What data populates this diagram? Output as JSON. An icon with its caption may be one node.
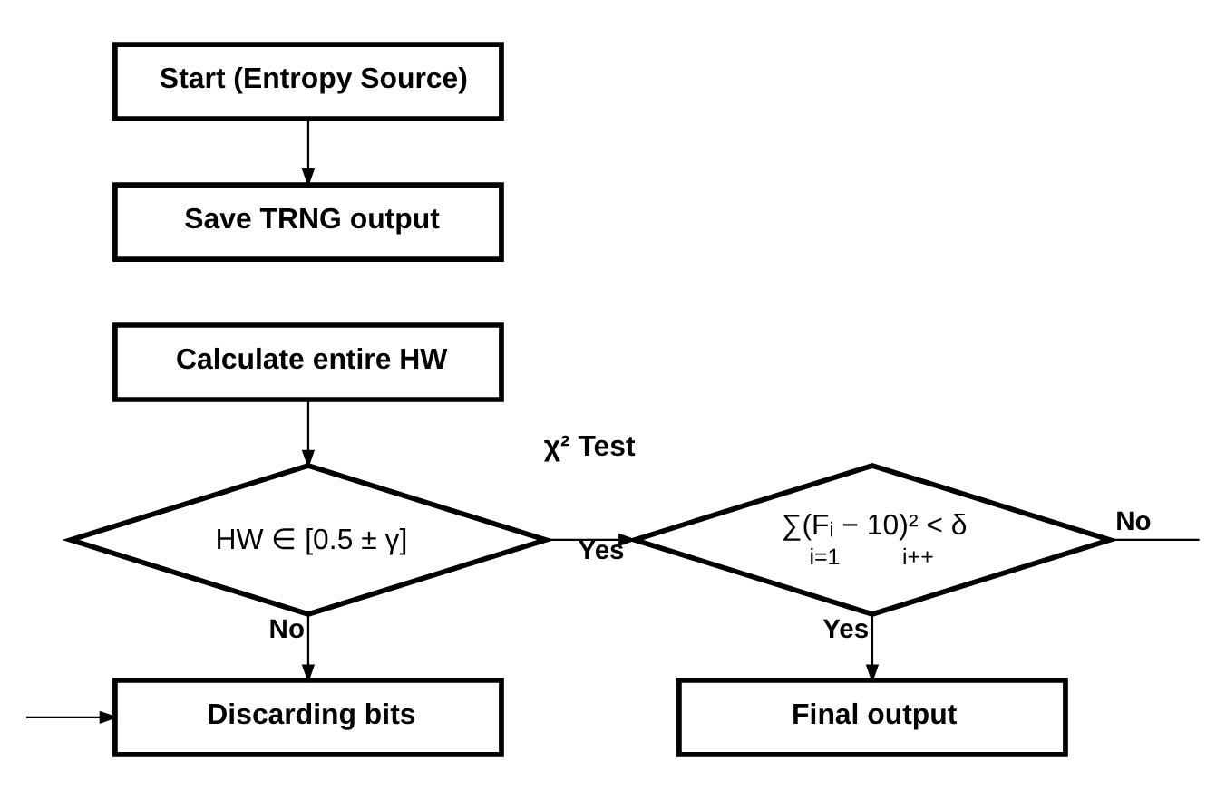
{
  "diagram": {
    "nodes": [
      {
        "text": [
          "Start (Entropy Source)"
        ]
      },
      {
        "text": [
          "Save TRNG output"
        ]
      },
      {
        "text": [
          "Calculate entire HW"
        ]
      },
      {
        "text": [
          "HW ∈ [0.5 ± γ]"
        ]
      },
      {
        "text": [
          "Discarding bits"
        ]
      },
      {
        "text": [
          "∑(Fᵢ − 10)² < δ",
          "i=1",
          "i++"
        ],
        "beside": [
          "χ² Test"
        ]
      },
      {
        "text": [
          "Final output"
        ]
      }
    ],
    "edges": [
      {
        "from": 0,
        "to": 1,
        "arrow": "to"
      },
      {
        "from": 2,
        "to": 3,
        "arrow": "to"
      },
      {
        "from": 3,
        "to": 5,
        "arrow": "to",
        "label": "Yes"
      },
      {
        "from": 3,
        "to": 4,
        "arrow": "to",
        "label": "No"
      },
      {
        "from": 5,
        "to": 6,
        "arrow": "to",
        "label": "Yes"
      },
      {
        "from": 5,
        "to": null,
        "arrow": "none",
        "label": "No"
      },
      {
        "from": null,
        "to": 4,
        "arrow": "to"
      }
    ]
  }
}
